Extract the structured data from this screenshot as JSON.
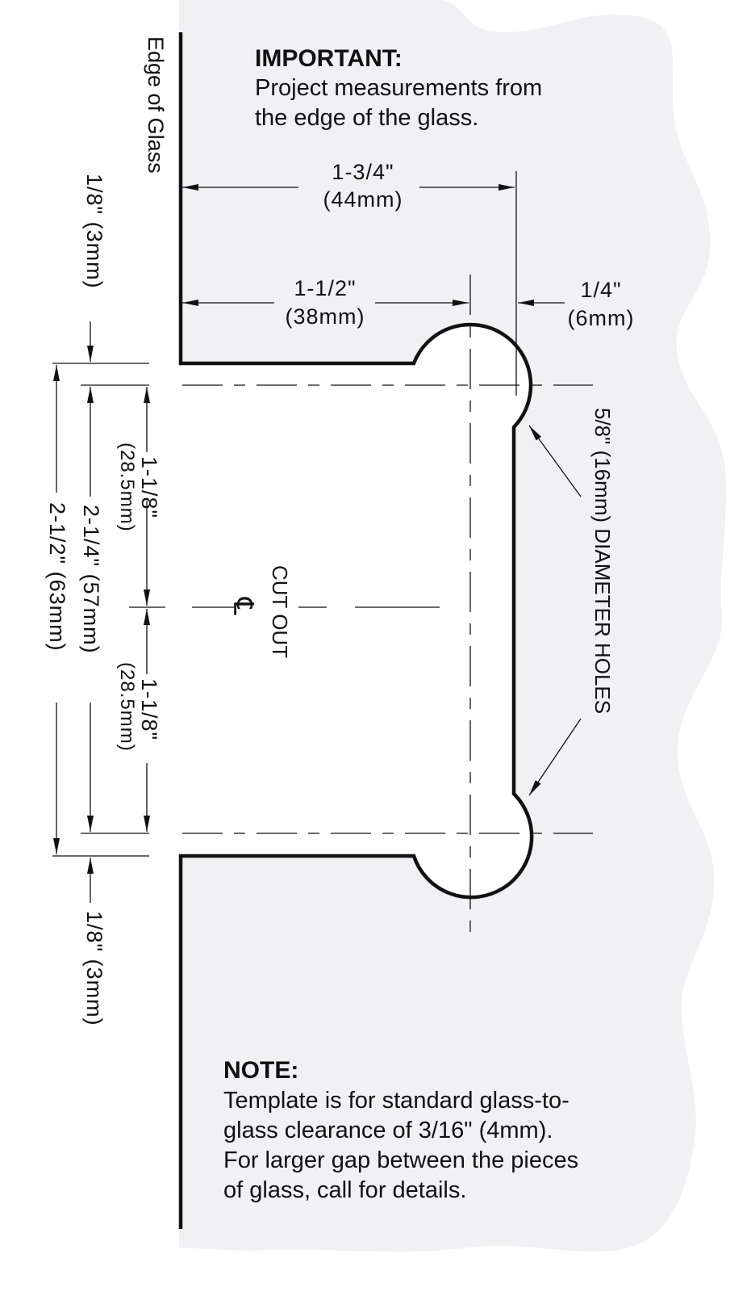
{
  "colors": {
    "glass": "#f1f1f3",
    "line": "#111111",
    "cutout": "#ffffff"
  },
  "edge_label": "Edge of Glass",
  "important": {
    "heading": "IMPORTANT:",
    "lines": [
      "Project measurements from",
      "the edge of the glass."
    ]
  },
  "dimensions": {
    "overall_depth": {
      "imperial": "1-3/4\"",
      "metric": "(44mm)"
    },
    "hole_center_depth": {
      "imperial": "1-1/2\"",
      "metric": "(38mm)"
    },
    "hole_offset": {
      "imperial": "1/4\"",
      "metric": "(6mm)"
    },
    "top_clearance": "1/8\" (3mm)",
    "bottom_clearance": "1/8\" (3mm)",
    "overall_height": "2-1/2\" (63mm)",
    "hole_spacing": "2-1/4\" (57mm)",
    "half_spacing_top": {
      "imperial": "1-1/8\"",
      "metric": "(28.5mm)"
    },
    "half_spacing_bottom": {
      "imperial": "1-1/8\"",
      "metric": "(28.5mm)"
    }
  },
  "cutout_label": "CUT OUT",
  "centerline_symbol": "℄",
  "holes_label": "5/8\" (16mm) DIAMETER HOLES",
  "note": {
    "heading": "NOTE:",
    "lines": [
      "Template is for standard glass-to-",
      "glass clearance of 3/16\" (4mm).",
      "For larger gap between the pieces",
      "of glass, call for details."
    ]
  }
}
